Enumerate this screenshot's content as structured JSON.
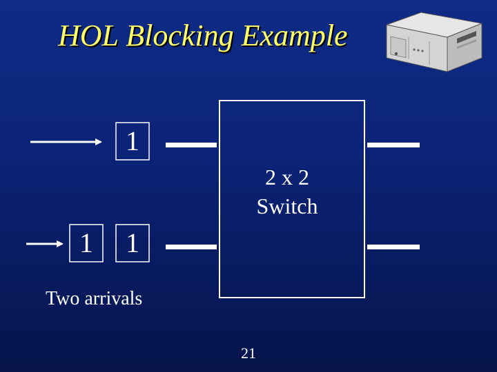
{
  "slide": {
    "title": "HOL Blocking Example",
    "page_number": "21"
  },
  "diagram": {
    "switch_label_line1": "2 x 2",
    "switch_label_line2": "Switch",
    "input1_cell": "1",
    "input2_cells": [
      "1",
      "1"
    ],
    "arrivals_label": "Two arrivals"
  },
  "colors": {
    "title": "#ffff66",
    "background": "#0b2478",
    "lines": "#ffffff"
  },
  "icons": {
    "device": "network-switch-device-icon"
  }
}
